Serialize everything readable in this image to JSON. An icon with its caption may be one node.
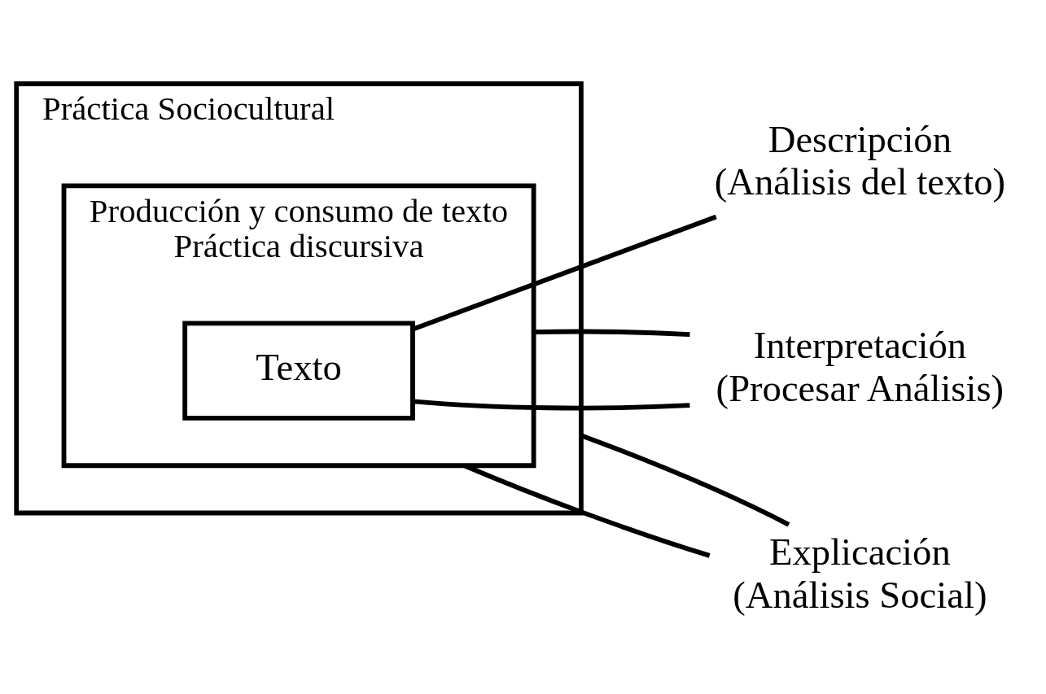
{
  "diagram": {
    "nodes": [
      {
        "text": [
          "Práctica Sociocultural"
        ]
      },
      {
        "text": [
          "Producción y consumo de texto",
          "Práctica discursiva"
        ],
        "in": 0
      },
      {
        "text": [
          "Texto"
        ],
        "in": 1
      },
      {
        "text": [
          "Descripción",
          "(Análisis del texto)"
        ]
      },
      {
        "text": [
          "Interpretación",
          "(Procesar Análisis)"
        ]
      },
      {
        "text": [
          "Explicación",
          "(Análisis Social)"
        ]
      }
    ],
    "edges": [
      {
        "from": 2,
        "to": 3,
        "arrow": "none"
      },
      {
        "from": 2,
        "to": 4,
        "arrow": "none"
      },
      {
        "from": 1,
        "to": 4,
        "arrow": "none"
      },
      {
        "from": 1,
        "to": 5,
        "arrow": "none"
      },
      {
        "from": 0,
        "to": 5,
        "arrow": "none"
      }
    ]
  }
}
